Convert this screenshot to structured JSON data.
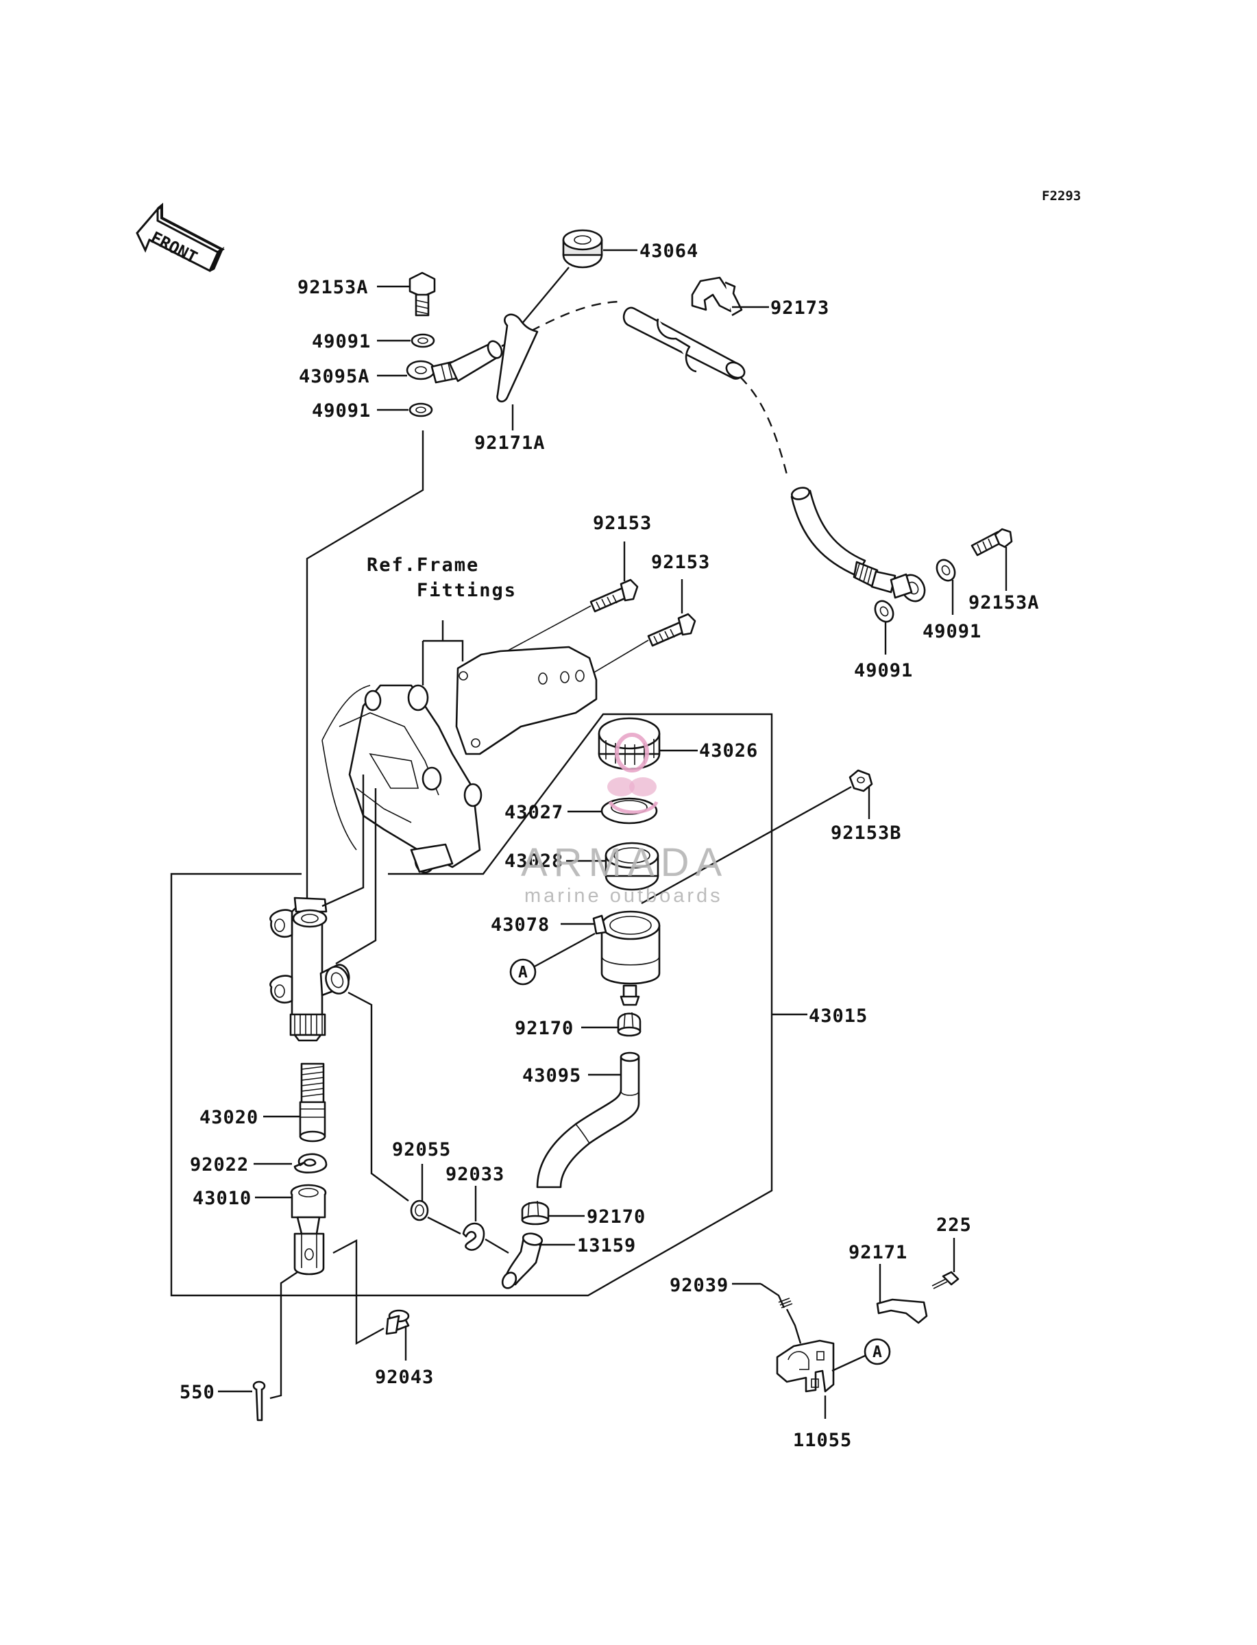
{
  "figure_code": "F2293",
  "front_label": "FRONT",
  "ref_note": [
    "Ref.Frame",
    "Fittings"
  ],
  "reference_mark": "A",
  "watermark": {
    "brand": "ARMADA",
    "tagline": "marine outboards",
    "color": "#b5b5b5",
    "logo_color": "#e8a6c8"
  },
  "parts": {
    "p92153A_top": "92153A",
    "p49091_a": "49091",
    "p43095A": "43095A",
    "p49091_b": "49091",
    "p43064": "43064",
    "p92173": "92173",
    "p92171A": "92171A",
    "p92153_a": "92153",
    "p92153_b": "92153",
    "p92153A_right": "92153A",
    "p49091_c": "49091",
    "p49091_d": "49091",
    "p43026": "43026",
    "p43027": "43027",
    "p43028": "43028",
    "p43078": "43078",
    "p92153B": "92153B",
    "p43015": "43015",
    "p92170_a": "92170",
    "p43095": "43095",
    "p43020": "43020",
    "p92022": "92022",
    "p43010": "43010",
    "p92055": "92055",
    "p92033": "92033",
    "p92170_b": "92170",
    "p13159": "13159",
    "p92043": "92043",
    "p550": "550",
    "p225": "225",
    "p92171": "92171",
    "p92039": "92039",
    "p11055": "11055"
  }
}
